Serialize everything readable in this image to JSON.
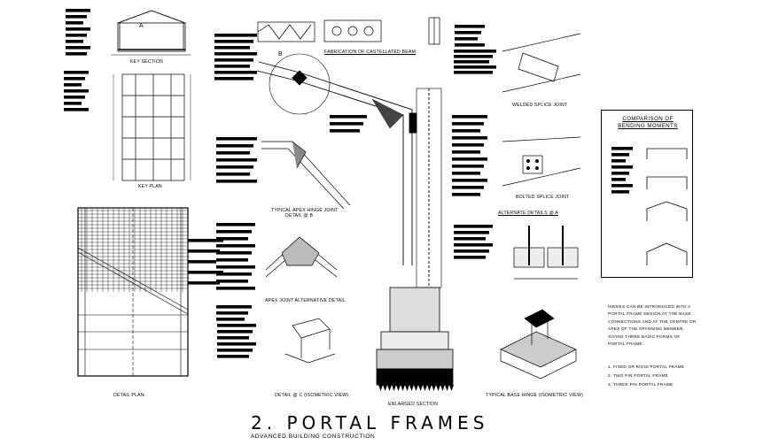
{
  "drawing": {
    "title": "2. PORTAL FRAMES",
    "subtitle": "ADVANCED BUILDING CONSTRUCTION"
  },
  "captions": {
    "key_section": "KEY SECTION",
    "key_plan": "KEY PLAN",
    "detail_plan": "DETAIL PLAN",
    "fabrication": "FABRICATION OF CASTELLATED BEAM",
    "typical_apex": "TYPICAL APEX HINGE JOINT",
    "detail_b": "DETAIL @ B",
    "apex_alt": "APEX JOINT ALTERNATIVE DETAIL",
    "detail_c": "DETAIL @ C (ISOMETRIC VIEW)",
    "enlarged": "ENLARGED SECTION",
    "base_hinge": "TYPICAL BASE HINGE (ISOMETRIC VIEW)",
    "welded": "WELDED SPLICE JOINT",
    "bolted": "BOLTED SPLICE JOINT",
    "alternate_a": "ALTERNATE DETAILS @ A"
  },
  "markers": {
    "a": "A",
    "b": "B"
  },
  "comparison": {
    "title": "COMPARISON OF\nBENDING MOMENTS"
  },
  "note": {
    "text": "HINGES CAN BE INTRODUCED INTO A PORTAL FRAME DESIGN AT THE BASE CONNECTIONS AND AT THE CENTRE OR APEX OF THE SPANNING MEMBER, GIVING THREE BASIC FORMS OF PORTAL FRAME:",
    "items": [
      "1. FIXED OR RIGID PORTAL FRAME",
      "2. TWO PIN PORTAL FRAME",
      "3. THREE PIN PORTAL FRAME"
    ]
  }
}
